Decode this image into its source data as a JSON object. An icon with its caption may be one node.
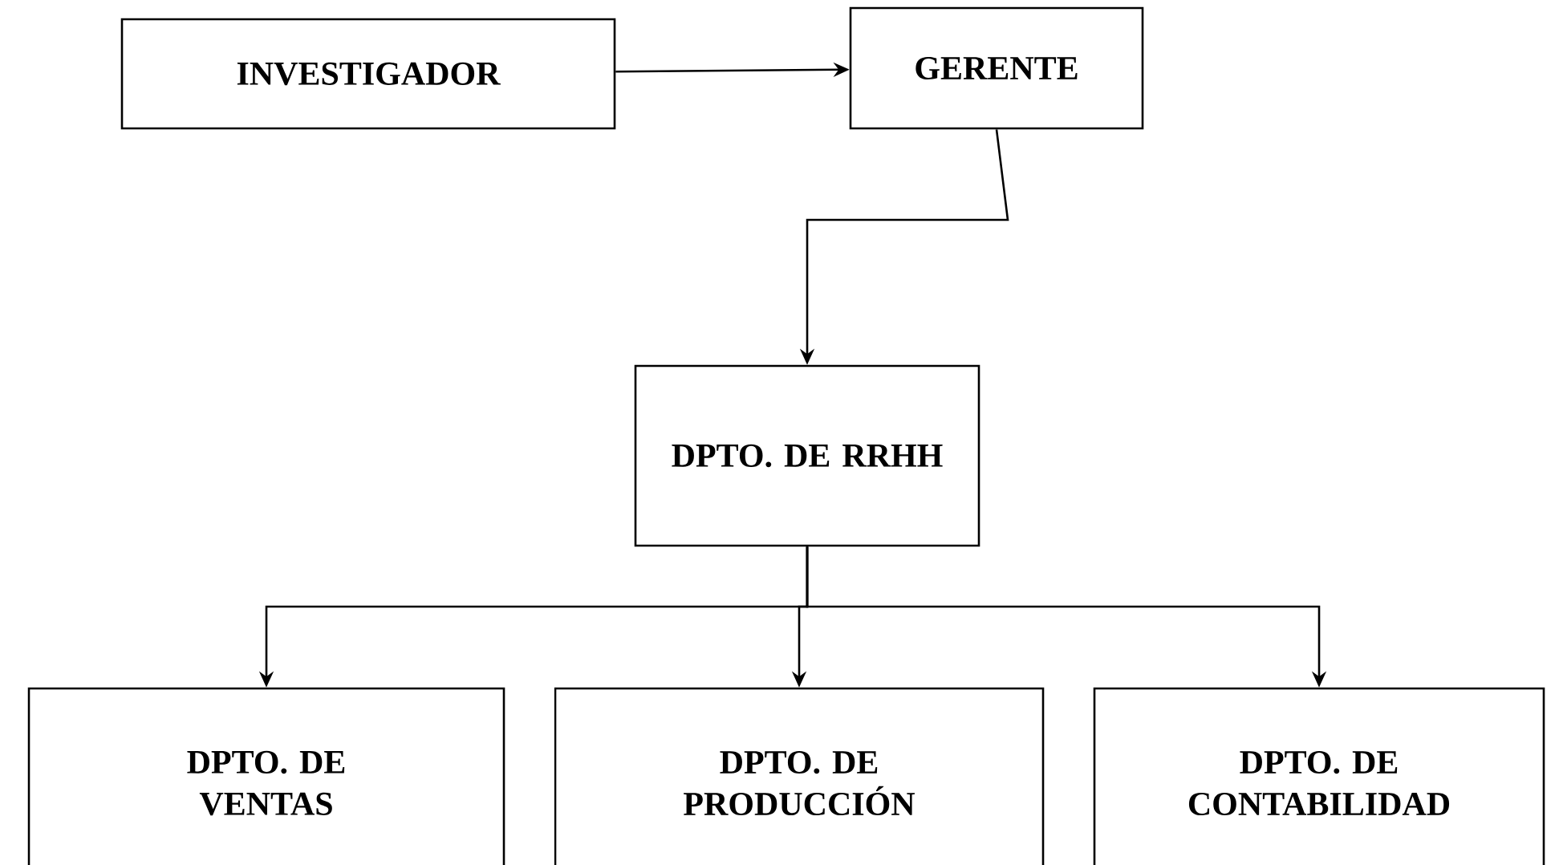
{
  "diagram": {
    "nodes": [
      {
        "text": [
          "INVESTIGADOR"
        ]
      },
      {
        "text": [
          "GERENTE"
        ]
      },
      {
        "text": [
          "DPTO. DE RRHH"
        ]
      },
      {
        "text": [
          "DPTO. DE VENTAS"
        ]
      },
      {
        "text": [
          "DPTO. DE PRODUCCIÓN"
        ]
      },
      {
        "text": [
          "DPTO. DE CONTABILIDAD"
        ]
      }
    ],
    "edges": [
      {
        "from": 0,
        "to": 1,
        "arrow": "to"
      },
      {
        "from": 1,
        "to": 2,
        "arrow": "to"
      },
      {
        "from": 2,
        "to": 3,
        "arrow": "to"
      },
      {
        "from": 2,
        "to": 4,
        "arrow": "to"
      },
      {
        "from": 2,
        "to": 5,
        "arrow": "to"
      }
    ]
  }
}
